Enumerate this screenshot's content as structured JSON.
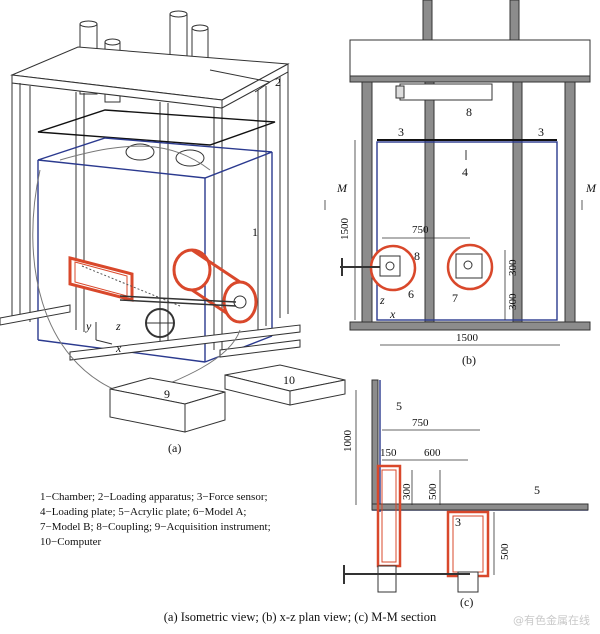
{
  "panels": {
    "a": {
      "tag": "(a)",
      "numbers": [
        "1",
        "2",
        "9",
        "10"
      ],
      "axes": [
        "y",
        "z",
        "x"
      ]
    },
    "b": {
      "tag": "(b)",
      "numbers": [
        "3",
        "3",
        "4",
        "6",
        "7",
        "8",
        "8"
      ],
      "section_mark": "M",
      "axes": [
        "z",
        "x"
      ],
      "dimensions": [
        "1500",
        "750",
        "300",
        "300",
        "1500"
      ]
    },
    "c": {
      "tag": "(c)",
      "numbers": [
        "5",
        "5",
        "3"
      ],
      "dimensions": [
        "750",
        "150",
        "600",
        "1000",
        "300",
        "500",
        "500"
      ]
    }
  },
  "legend": [
    "1−Chamber; 2−Loading apparatus; 3−Force sensor;",
    "4−Loading plate; 5−Acrylic plate; 6−Model A;",
    "7−Model B; 8−Coupling; 9−Acquisition instrument;",
    "10−Computer"
  ],
  "caption": "(a) Isometric view; (b) x-z plan view; (c) M-M section",
  "watermark": "@有色金属在线",
  "colors": {
    "line": "#333333",
    "steel": "#8c8c8c",
    "acrylic": "#2b3a8f",
    "model": "#d9482b"
  }
}
